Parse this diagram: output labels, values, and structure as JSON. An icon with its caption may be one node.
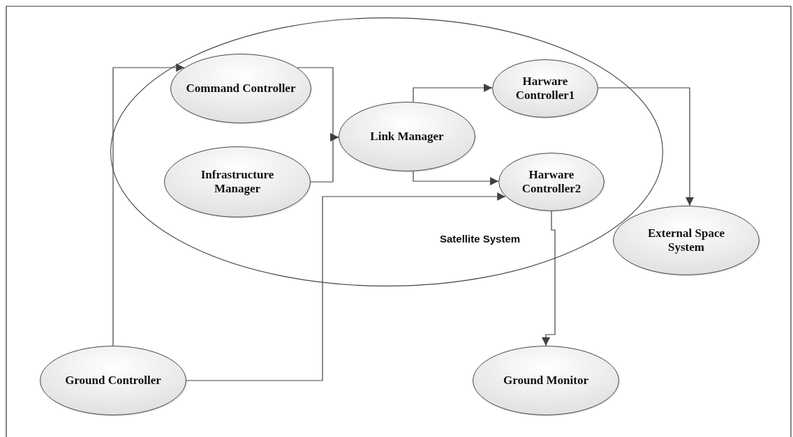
{
  "diagram": {
    "nodes": [
      {
        "text": [
          "Satellite System"
        ]
      },
      {
        "text": [
          "Command Controller"
        ],
        "in": 0
      },
      {
        "text": [
          "Infrastructure Manager"
        ],
        "in": 0
      },
      {
        "text": [
          "Link Manager"
        ],
        "in": 0
      },
      {
        "text": [
          "Harware Controller1"
        ],
        "in": 0
      },
      {
        "text": [
          "Harware Controller2"
        ],
        "in": 0
      },
      {
        "text": [
          "External Space System"
        ]
      },
      {
        "text": [
          "Ground Controller"
        ]
      },
      {
        "text": [
          "Ground Monitor"
        ]
      }
    ],
    "edges": [
      {
        "from": 7,
        "to": 1,
        "arrow": "to"
      },
      {
        "from": 1,
        "to": 3,
        "arrow": "to"
      },
      {
        "from": 2,
        "to": 3,
        "arrow": "to"
      },
      {
        "from": 3,
        "to": 4,
        "arrow": "to"
      },
      {
        "from": 3,
        "to": 5,
        "arrow": "to"
      },
      {
        "from": 7,
        "to": 5,
        "arrow": "to"
      },
      {
        "from": 4,
        "to": 6,
        "arrow": "to"
      },
      {
        "from": 5,
        "to": 8,
        "arrow": "to"
      }
    ]
  }
}
